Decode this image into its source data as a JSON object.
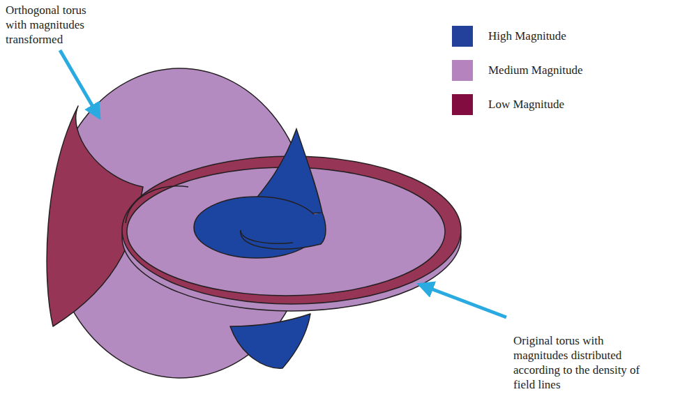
{
  "diagram": {
    "labels": [
      "Orthogonal torus with magnitudes transformed",
      "Original torus with magnitudes distributed according to the density of field lines"
    ],
    "legend": [
      {
        "text": "High Magnitude",
        "color": "#23409a"
      },
      {
        "text": "Medium Magnitude",
        "color": "#b583be"
      },
      {
        "text": "Low Magnitude",
        "color": "#820c40"
      }
    ]
  }
}
